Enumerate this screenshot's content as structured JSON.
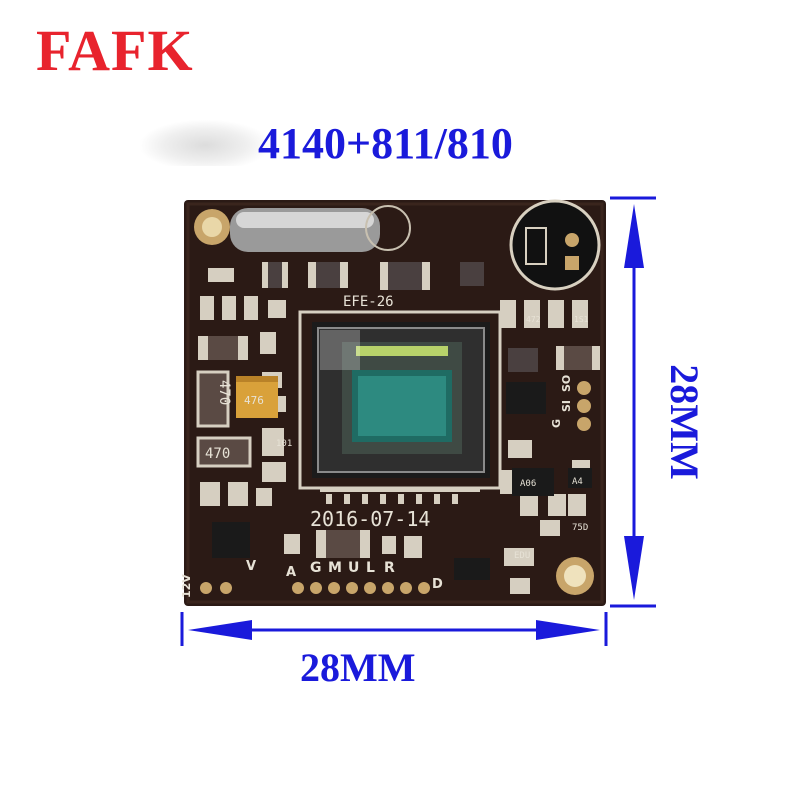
{
  "brand": {
    "text": "FAFK",
    "color": "#e8232d"
  },
  "model": {
    "text": "4140+811/810",
    "color": "#1a1adb"
  },
  "dimensions": {
    "width_label": "28MM",
    "height_label": "28MM",
    "arrow_color": "#1a1adb"
  },
  "board": {
    "color": "#2b1a15",
    "date_marking": "2016-07-14",
    "sensor_marking": "EFE-26",
    "cap_470_a": "470",
    "cap_470_b": "470",
    "cap_yellow": "476",
    "pin_labels": [
      "12V",
      "V",
      "A",
      "G",
      "M",
      "U",
      "L",
      "R",
      "D"
    ],
    "right_labels": [
      "G",
      "SI",
      "SO"
    ],
    "chip_labels": [
      "A06",
      "A4",
      "EDU",
      "75D",
      "101",
      "472",
      "1S1"
    ]
  }
}
